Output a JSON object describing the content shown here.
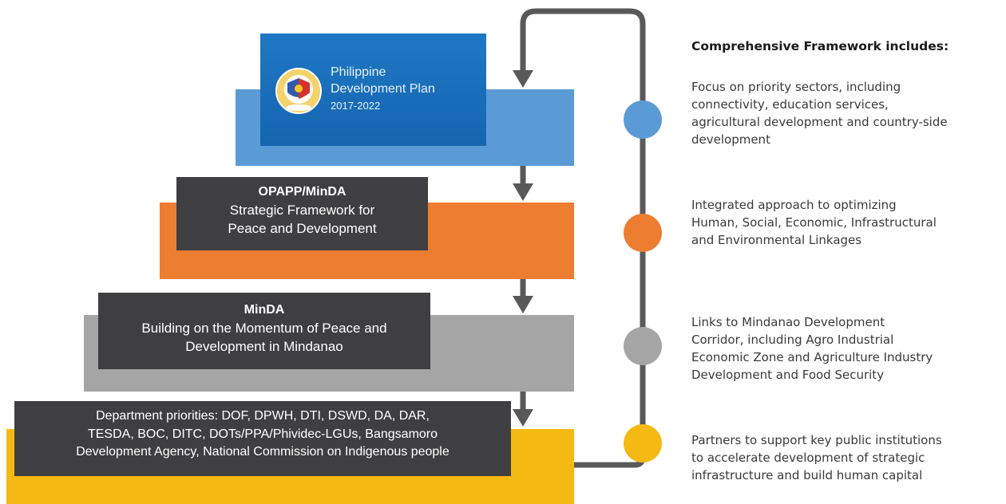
{
  "pdp": {
    "line1": "Philippine",
    "line2": "Development Plan",
    "years": "2017-2022"
  },
  "opapp": {
    "title": "OPAPP/MinDA",
    "line1": "Strategic Framework for",
    "line2": "Peace and Development"
  },
  "minda": {
    "title": "MinDA",
    "line1": "Building on the Momentum of Peace and",
    "line2": "Development in Mindanao"
  },
  "department": {
    "line1": "Department priorities: DOF, DPWH, DTI, DSWD, DA, DAR,",
    "line2": "TESDA, BOC, DITC, DOTs/PPA/Phividec-LGUs, Bangsamoro",
    "line3": "Development Agency, National Commission on Indigenous people"
  },
  "framework": {
    "heading": "Comprehensive Framework includes:",
    "items": [
      {
        "line1": "Focus on priority sectors, including",
        "line2": "connectivity, education services,",
        "line3": "agricultural development and country-side",
        "line4": "development",
        "color": "#5b9bd5"
      },
      {
        "line1": "Integrated approach to optimizing",
        "line2": "Human, Social, Economic, Infrastructural",
        "line3": "and Environmental Linkages",
        "color": "#ed7d31"
      },
      {
        "line1": "Links to Mindanao Development",
        "line2": "Corridor, including Agro Industrial",
        "line3": "Economic Zone and Agriculture Industry",
        "line4": "Development and Food Security",
        "color": "#a5a5a5"
      },
      {
        "line1": "Partners to support key public institutions",
        "line2": "to accelerate development of strategic",
        "line3": "infrastructure and build human capital",
        "color": "#f5b914"
      }
    ]
  },
  "colors": {
    "connector": "#595959",
    "dark_box": "#3f3f41"
  }
}
